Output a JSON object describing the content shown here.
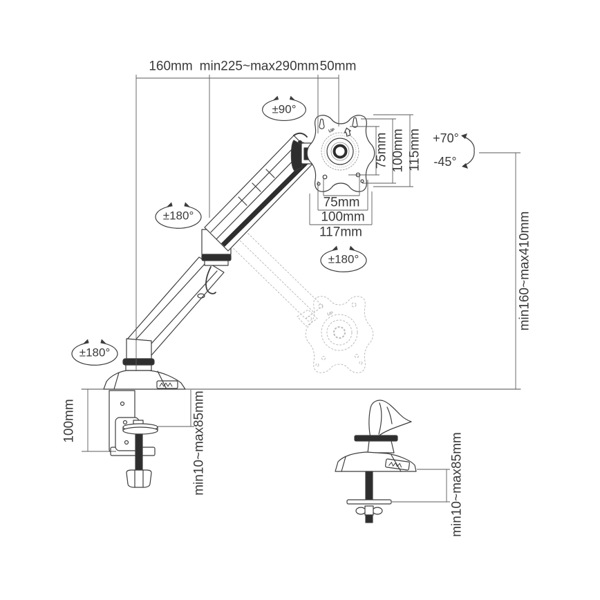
{
  "diagram_title": "Monitor arm mounting dimensions",
  "dimensions": {
    "top_width_left": "160mm",
    "top_width_mid": "min225~max290mm",
    "top_width_right": "50mm",
    "vesa_vertical": [
      "75mm",
      "100mm",
      "115mm"
    ],
    "vesa_horizontal": [
      "75mm",
      "100mm",
      "117mm"
    ],
    "height_range": "min160~max410mm",
    "clamp_height": "100mm",
    "clamp_range": "min10~max85mm",
    "grommet_range": "min10~max85mm"
  },
  "rotations": {
    "vesa_rotation": "±90°",
    "arm_swivel_top": "±180°",
    "arm_swivel_mid": "±180°",
    "base_swivel": "±180°",
    "tilt_up": "+70°",
    "tilt_down": "-45°"
  },
  "plate_labels": {
    "up_main": "UP",
    "up_ghost": "UP"
  },
  "colors": {
    "line": "#3c3c3c",
    "dim_line": "#5a5a5a",
    "ghost": "#bcbcbc",
    "background": "#ffffff",
    "accent_fill": "#2e2e2e"
  }
}
